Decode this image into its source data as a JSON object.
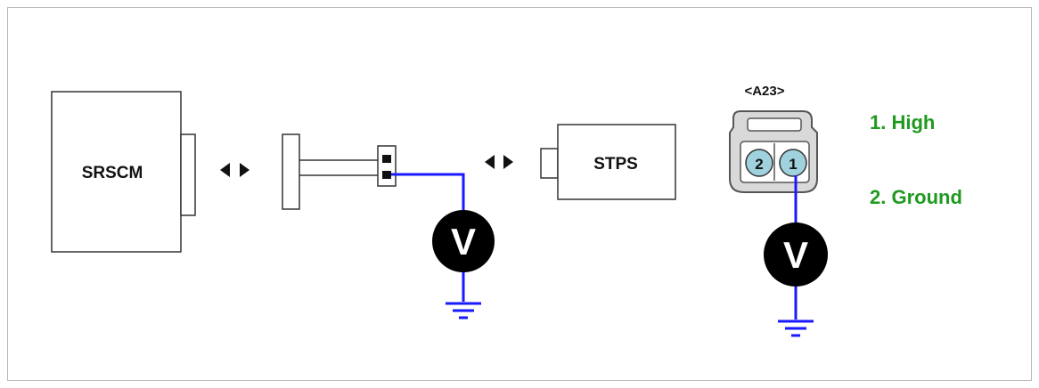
{
  "components": {
    "srscm_label": "SRSCM",
    "stps_label": "STPS"
  },
  "connector": {
    "code": "<A23>",
    "pin1": "1",
    "pin2": "2"
  },
  "meters": {
    "symbol": "V"
  },
  "legend": {
    "pin1": "1. High",
    "pin2": "2. Ground"
  },
  "colors": {
    "wire": "#1a1aff",
    "legend_text": "#1f9a1f",
    "pin_fill": "#9fd2dc",
    "connector_body": "#d9d9d9",
    "box_border": "#333333"
  }
}
